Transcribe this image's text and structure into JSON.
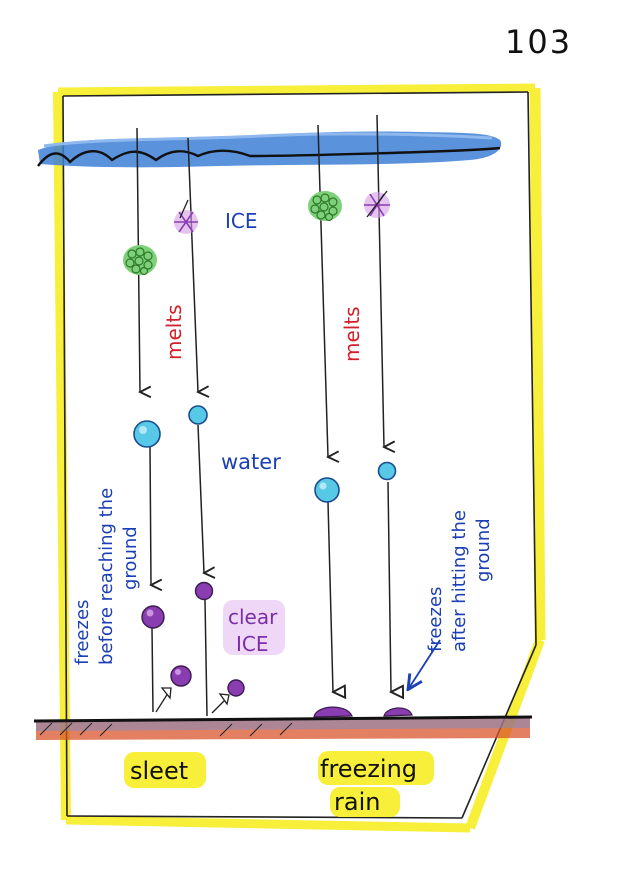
{
  "page_number": "103",
  "labels": {
    "ice": "ICE",
    "melts_left": "melts",
    "melts_right": "melts",
    "water": "water",
    "freezes_before_line1": "freezes",
    "freezes_before_line2": "before reaching the",
    "freezes_before_line3": "ground",
    "clear_ice_line1": "clear",
    "clear_ice_line2": "ICE",
    "freezes_after_line1": "freezes",
    "freezes_after_line2": "after hitting the",
    "freezes_after_line3": "ground",
    "sleet": "sleet",
    "freezing_line1": "freezing",
    "freezing_line2": "rain"
  },
  "colors": {
    "highlight_yellow": "#f7ef3a",
    "cloud_blue": "#3d7fd6",
    "ice_purple": "#8a3db0",
    "snow_green": "#3f9a3a",
    "water_cyan": "#57c9e6",
    "ground_red": "#d9552c",
    "ink_blue": "#1b3fb5",
    "ink_red": "#d21f2a"
  },
  "icons": [
    "snowflake-icon",
    "snow-cluster-icon",
    "water-drop-icon",
    "ice-pellet-icon",
    "bounce-arrow-icon"
  ]
}
